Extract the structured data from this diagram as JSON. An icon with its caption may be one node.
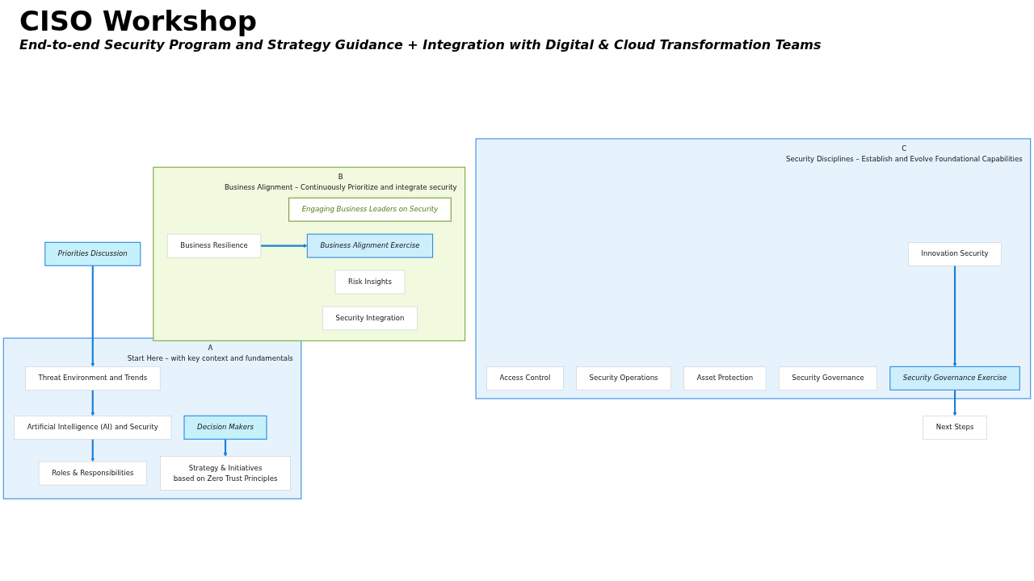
{
  "diagram": {
    "title": "CISO Workshop",
    "nodes": [
      {
        "text": [
          "Priorities Discussion"
        ]
      },
      {
        "text": [
          "A",
          "Start Here – with key context and fundamentals"
        ]
      },
      {
        "text": [
          "Threat Environment and Trends"
        ],
        "in": 1
      },
      {
        "text": [
          "Artificial Intelligence (AI) and Security"
        ],
        "in": 1
      },
      {
        "text": [
          "Roles & Responsibilities"
        ],
        "in": 1
      },
      {
        "text": [
          "Decision Makers"
        ],
        "in": 1
      },
      {
        "text": [
          "Strategy & Initiatives",
          "based on Zero Trust Principles"
        ],
        "in": 1
      },
      {
        "text": [
          "B",
          "Business Alignment – Continuously Prioritize and integrate security"
        ]
      },
      {
        "text": [
          "Engaging Business Leaders on Security"
        ],
        "in": 7
      },
      {
        "text": [
          "Risk Insights"
        ],
        "in": 7
      },
      {
        "text": [
          "Security Integration"
        ],
        "in": 7
      },
      {
        "text": [
          "Business Resilience"
        ],
        "in": 7
      },
      {
        "text": [
          "Business Alignment Exercise"
        ],
        "in": 7
      },
      {
        "text": [
          "C",
          "Security Disciplines – Establish and Evolve Foundational Capabilities"
        ]
      },
      {
        "text": [
          "Access Control"
        ],
        "in": 13
      },
      {
        "text": [
          "Security Operations"
        ],
        "in": 13
      },
      {
        "text": [
          "Asset Protection"
        ],
        "in": 13
      },
      {
        "text": [
          "Security Governance"
        ],
        "in": 13
      },
      {
        "text": [
          "Innovation Security"
        ],
        "in": 13
      },
      {
        "text": [
          "Security Governance Exercise"
        ],
        "in": 13
      },
      {
        "text": [
          "Next Steps"
        ]
      }
    ],
    "edges": [
      {
        "from": 0,
        "to": 2,
        "arrow": "to"
      },
      {
        "from": 2,
        "to": 3,
        "arrow": "to"
      },
      {
        "from": 3,
        "to": 4,
        "arrow": "to"
      },
      {
        "from": 5,
        "to": 6,
        "arrow": "to"
      },
      {
        "from": 11,
        "to": 12,
        "arrow": "to"
      },
      {
        "from": 18,
        "to": 19,
        "arrow": "to"
      },
      {
        "from": 19,
        "to": 20,
        "arrow": "to"
      }
    ],
    "labels": [
      "End-to-end Security Program and Strategy Guidance + Integration with Digital & Cloud Transformation Teams"
    ]
  }
}
